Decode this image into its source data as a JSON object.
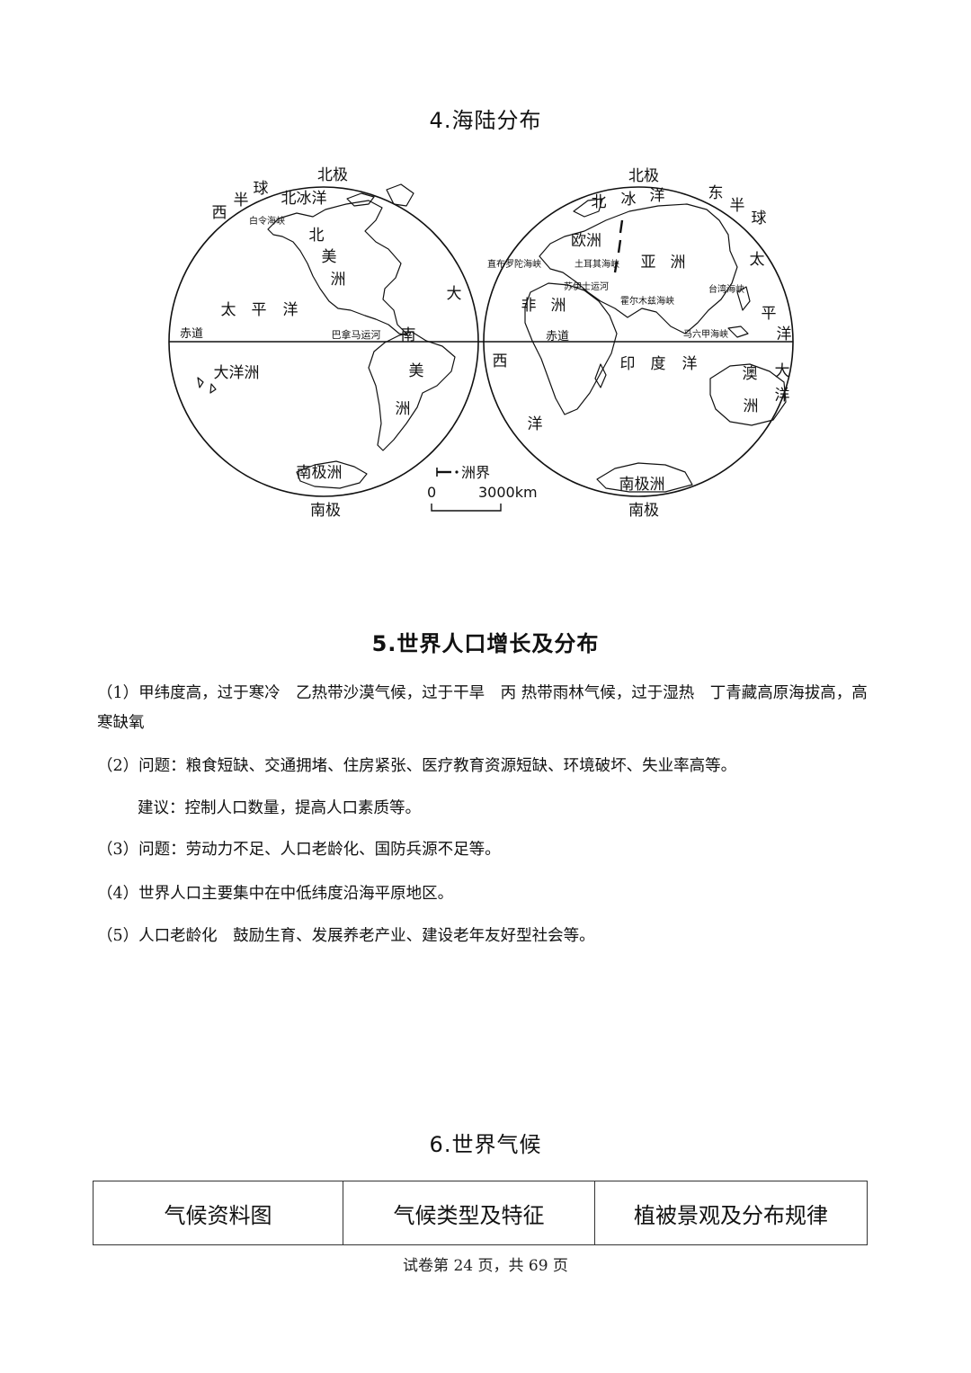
{
  "sections": {
    "sea_land": {
      "heading": "4.海陆分布"
    },
    "population": {
      "heading": "5.世界人口增长及分布"
    },
    "climate": {
      "heading": "6.世界气候"
    }
  },
  "map": {
    "west": {
      "north_pole": "北极",
      "hemisphere_chars": [
        "西",
        "半",
        "球"
      ],
      "arctic_ocean": "北冰洋",
      "bering_strait": "白令海峡",
      "north_america": [
        "北",
        "美",
        "洲"
      ],
      "pacific": [
        "太",
        "平",
        "洋"
      ],
      "atlantic_chars": [
        "大",
        "西",
        "洋"
      ],
      "equator": "赤道",
      "panama_canal": "巴拿马运河",
      "south_america": [
        "南",
        "美",
        "洲"
      ],
      "oceania": "大洋洲",
      "antarctica": "南极洲",
      "south_pole": "南极"
    },
    "east": {
      "north_pole": "北极",
      "arctic_ocean": [
        "北",
        "冰",
        "洋"
      ],
      "hemisphere_chars": [
        "东",
        "半",
        "球"
      ],
      "europe": "欧洲",
      "asia": [
        "亚",
        "洲"
      ],
      "pacific_chars": [
        "太",
        "平",
        "洋",
        "大",
        "洋"
      ],
      "gibraltar": "直布罗陀海峡",
      "turkish_straits": "土耳其海峡",
      "suez": "苏伊士运河",
      "hormuz": "霍尔木兹海峡",
      "taiwan_strait": "台湾海峡",
      "malacca": "马六甲海峡",
      "africa": [
        "非",
        "洲"
      ],
      "equator": "赤道",
      "indian_ocean": [
        "印",
        "度",
        "洋"
      ],
      "australia": [
        "澳",
        "洲"
      ],
      "antarctica": "南极洲",
      "south_pole": "南极"
    },
    "legend": {
      "boundary": "洲界",
      "scale_zero": "0",
      "scale_end": "3000km"
    }
  },
  "population": {
    "p1": "（1）甲纬度高，过于寒冷　乙热带沙漠气候，过于干旱　丙 热带雨林气候，过于湿热　丁青藏高原海拔高，高寒缺氧",
    "p2": "（2）问题：粮食短缺、交通拥堵、住房紧张、医疗教育资源短缺、环境破坏、失业率高等。",
    "p2_suggestion": "建议：控制人口数量，提高人口素质等。",
    "p3": "（3）问题：劳动力不足、人口老龄化、国防兵源不足等。",
    "p4": "（4）世界人口主要集中在中低纬度沿海平原地区。",
    "p5": "（5）人口老龄化　鼓励生育、发展养老产业、建设老年友好型社会等。"
  },
  "climate_table": {
    "headers": [
      "气候资料图",
      "气候类型及特征",
      "植被景观及分布规律"
    ]
  },
  "footer": "试卷第 24 页，共 69 页"
}
